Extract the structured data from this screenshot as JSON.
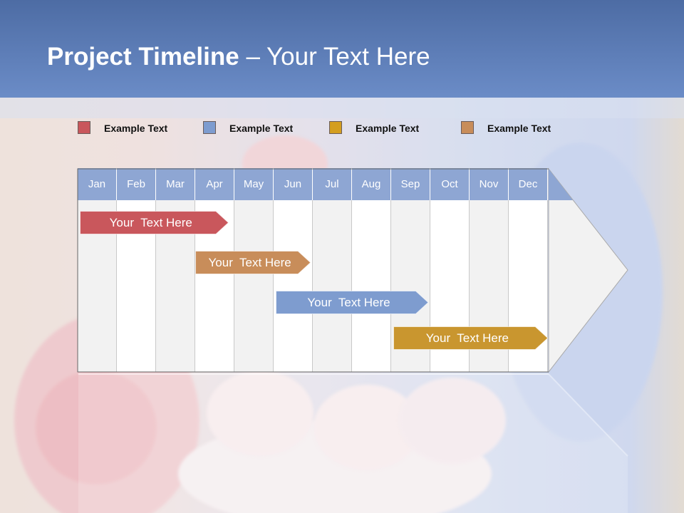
{
  "slide": {
    "title_bold": "Project Timeline",
    "title_rest": " – Your Text Here"
  },
  "colors": {
    "red": "#c9575c",
    "blue": "#7e9ccf",
    "gold": "#c9962f",
    "tan": "#c88d5a",
    "month_header": "#8ea6d3"
  },
  "legend": [
    {
      "label": "Example Text",
      "color": "#c9575c"
    },
    {
      "label": "Example Text",
      "color": "#7e9ccf"
    },
    {
      "label": "Example Text",
      "color": "#d49e1f"
    },
    {
      "label": "Example Text",
      "color": "#c88d5a"
    }
  ],
  "months": [
    "Jan",
    "Feb",
    "Mar",
    "Apr",
    "May",
    "Jun",
    "Jul",
    "Aug",
    "Sep",
    "Oct",
    "Nov",
    "Dec"
  ],
  "tasks": [
    {
      "label": "Your  Text Here",
      "start_month": 0.05,
      "end_month": 3.85,
      "color": "#c9575c"
    },
    {
      "label": "Your  Text Here",
      "start_month": 3.0,
      "end_month": 5.95,
      "color": "#c88d5a"
    },
    {
      "label": "Your  Text Here",
      "start_month": 5.05,
      "end_month": 8.95,
      "color": "#7e9ccf"
    },
    {
      "label": "Your  Text Here",
      "start_month": 8.05,
      "end_month": 12.0,
      "color": "#c9962f"
    }
  ]
}
